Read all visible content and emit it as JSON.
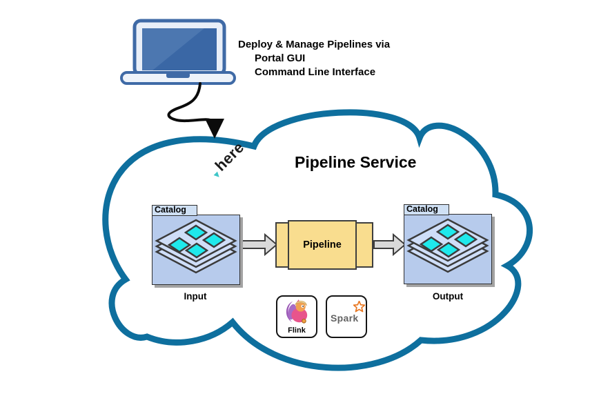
{
  "annotation": {
    "line1": "Deploy & Manage Pipelines via",
    "line2": "Portal GUI",
    "line3": "Command Line Interface"
  },
  "cloud": {
    "title": "Pipeline Service"
  },
  "here_logo": {
    "text": "here",
    "triangle_glyph": "▼"
  },
  "catalogs": {
    "input": {
      "tab_label": "Catalog",
      "caption": "Input"
    },
    "output": {
      "tab_label": "Catalog",
      "caption": "Output"
    }
  },
  "pipeline": {
    "label": "Pipeline"
  },
  "engines": {
    "flink_label": "Flink",
    "spark_label": "Spark"
  },
  "icons": {
    "laptop": "laptop-icon",
    "here_triangle": "here-triangle-icon",
    "catalog_stack": "catalog-stack-icon",
    "flink_squirrel": "flink-squirrel-icon",
    "spark_star": "spark-star-icon"
  },
  "colors": {
    "cloud_stroke": "#0e6f9e",
    "laptop_blue": "#3f6aa6",
    "catalog_body": "#b7cbec",
    "catalog_sheet": "#cfdef8",
    "diamond_cyan": "#1fe9ec",
    "pipeline_fill": "#f9dd8f",
    "arrow_fill": "#d9d9d9",
    "here_teal": "#3fc6c8",
    "spark_orange": "#e87722"
  }
}
